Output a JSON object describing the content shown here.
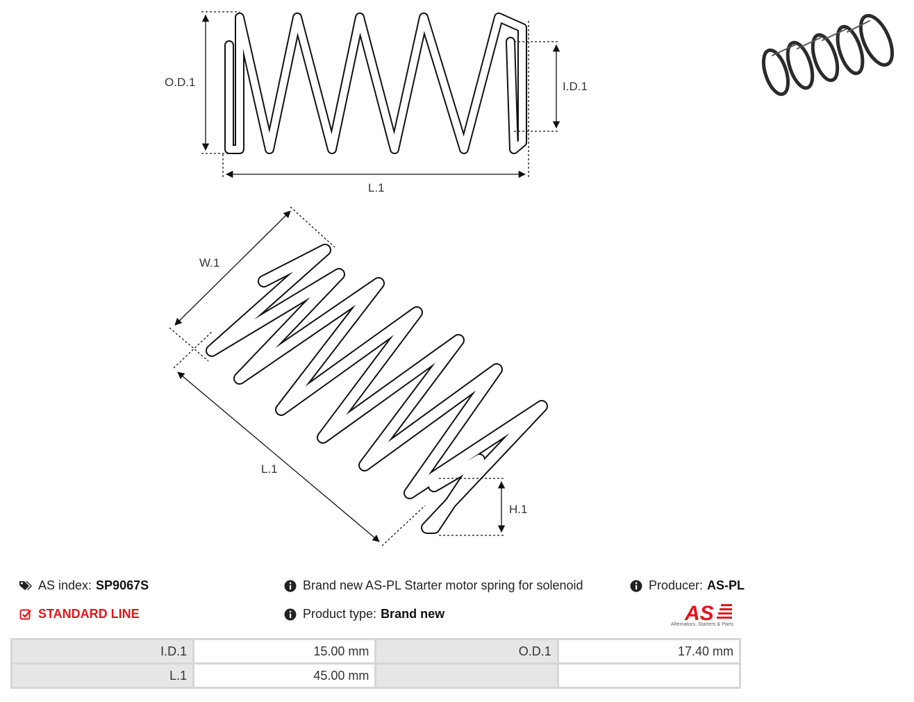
{
  "diagram": {
    "labels": {
      "od": "O.D.1",
      "id": "I.D.1",
      "l_top": "L.1",
      "w": "W.1",
      "l_bottom": "L.1",
      "h": "H.1"
    }
  },
  "info": {
    "as_index_label": "AS index:",
    "as_index_value": "SP9067S",
    "standard_line": "STANDARD LINE",
    "description": "Brand new AS-PL Starter motor spring for solenoid",
    "product_type_label": "Product type:",
    "product_type_value": "Brand new",
    "producer_label": "Producer:",
    "producer_value": "AS-PL"
  },
  "logo": {
    "mark": "AS",
    "tagline": "Alternators, Starters & Parts"
  },
  "specs": {
    "rows": [
      [
        "I.D.1",
        "15.00 mm",
        "O.D.1",
        "17.40 mm"
      ],
      [
        "L.1",
        "45.00 mm",
        "",
        ""
      ]
    ]
  },
  "colors": {
    "accent_red": "#e3151d",
    "table_label_bg": "#e6e6e6",
    "table_border": "#d6d6d6"
  },
  "icons": {
    "tag": "tags-icon",
    "check": "check-square-icon",
    "info": "info-circle-icon"
  }
}
